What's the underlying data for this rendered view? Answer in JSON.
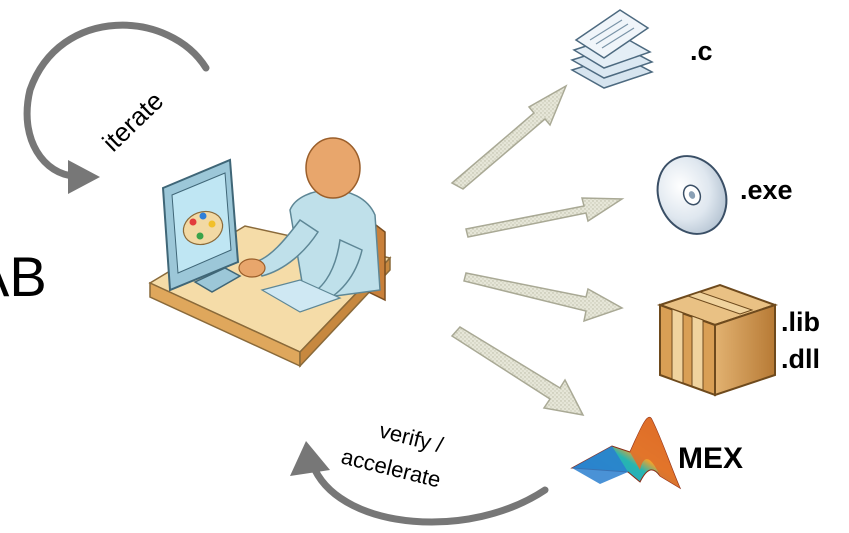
{
  "left_label": "AB",
  "loop_labels": {
    "iterate": "iterate",
    "verify_line1": "verify /",
    "verify_line2": "accelerate"
  },
  "outputs": [
    {
      "label": ".c",
      "icon": "source-files-icon"
    },
    {
      "label": ".exe",
      "icon": "cd-disc-icon"
    },
    {
      "label": ".lib",
      "icon": "package-box-icon"
    },
    {
      "label": ".dll",
      "icon": "package-box-icon"
    },
    {
      "label": "MEX",
      "icon": "matlab-logo-icon"
    }
  ],
  "center_icon": "developer-at-computer-icon",
  "colors": {
    "arrow_fill": "#e4e4d6",
    "arrow_stroke": "#a9a995",
    "loop_arrow": "#777777",
    "box": "#c9944f",
    "desk": "#f2d9a4",
    "skin": "#e8a66c",
    "shirt": "#bfe0ea"
  }
}
